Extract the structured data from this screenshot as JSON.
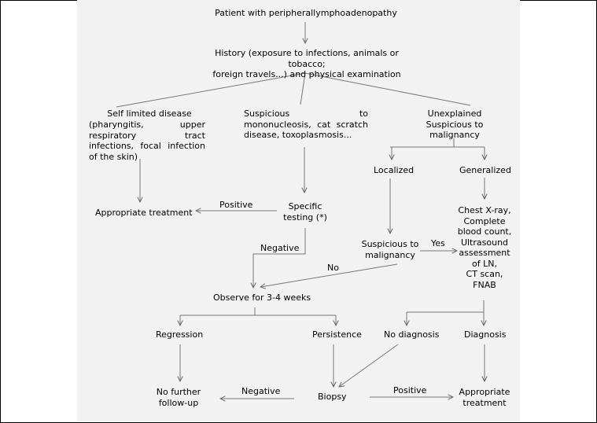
{
  "nodes": {
    "patient": "Patient with peripherallymphoadenopathy",
    "history": "History (exposure to infections, animals or tobacco;\nforeign travels...) and physical examination",
    "self_limited_title": "Self limited disease",
    "self_limited_body": "(pharyngitis, upper respiratory tract infections, focal infection of the skin)",
    "mono": "Suspicious to mononucleosis, cat scratch disease, toxoplasmosis...",
    "unexplained": "Unexplained\nSuspicious to malignancy",
    "localized": "Localized",
    "generalized": "Generalized",
    "appropriate_treatment_1": "Appropriate treatment",
    "specific_testing": "Specific\ntesting (*)",
    "workup": "Chest X-ray,\nComplete\nblood count,\nUltrasound\nassessment\nof LN,\nCT scan,\nFNAB",
    "suspicious_malignancy": "Suspicious to\nmalignancy",
    "observe": "Observe for 3-4 weeks",
    "regression": "Regression",
    "persistence": "Persistence",
    "no_diagnosis": "No diagnosis",
    "diagnosis": "Diagnosis",
    "no_follow_up": "No further\nfollow-up",
    "biopsy": "Biopsy",
    "appropriate_treatment_2": "Appropriate\ntreatment"
  },
  "edge_labels": {
    "positive_1": "Positive",
    "negative_1": "Negative",
    "yes": "Yes",
    "no": "No",
    "negative_2": "Negative",
    "positive_2": "Positive"
  }
}
